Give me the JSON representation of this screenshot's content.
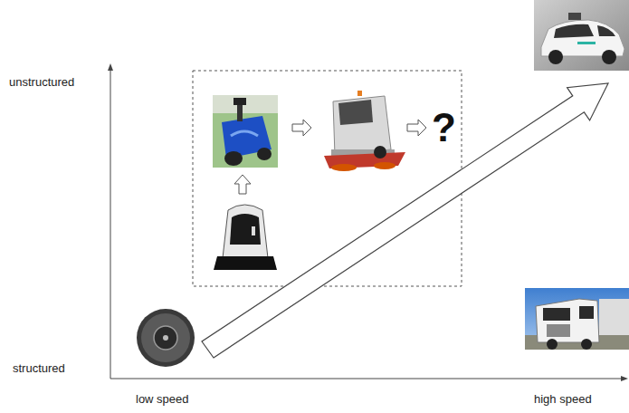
{
  "diagram": {
    "labels": [
      "unstructured",
      "structured",
      "low speed",
      "high speed",
      "?"
    ]
  }
}
